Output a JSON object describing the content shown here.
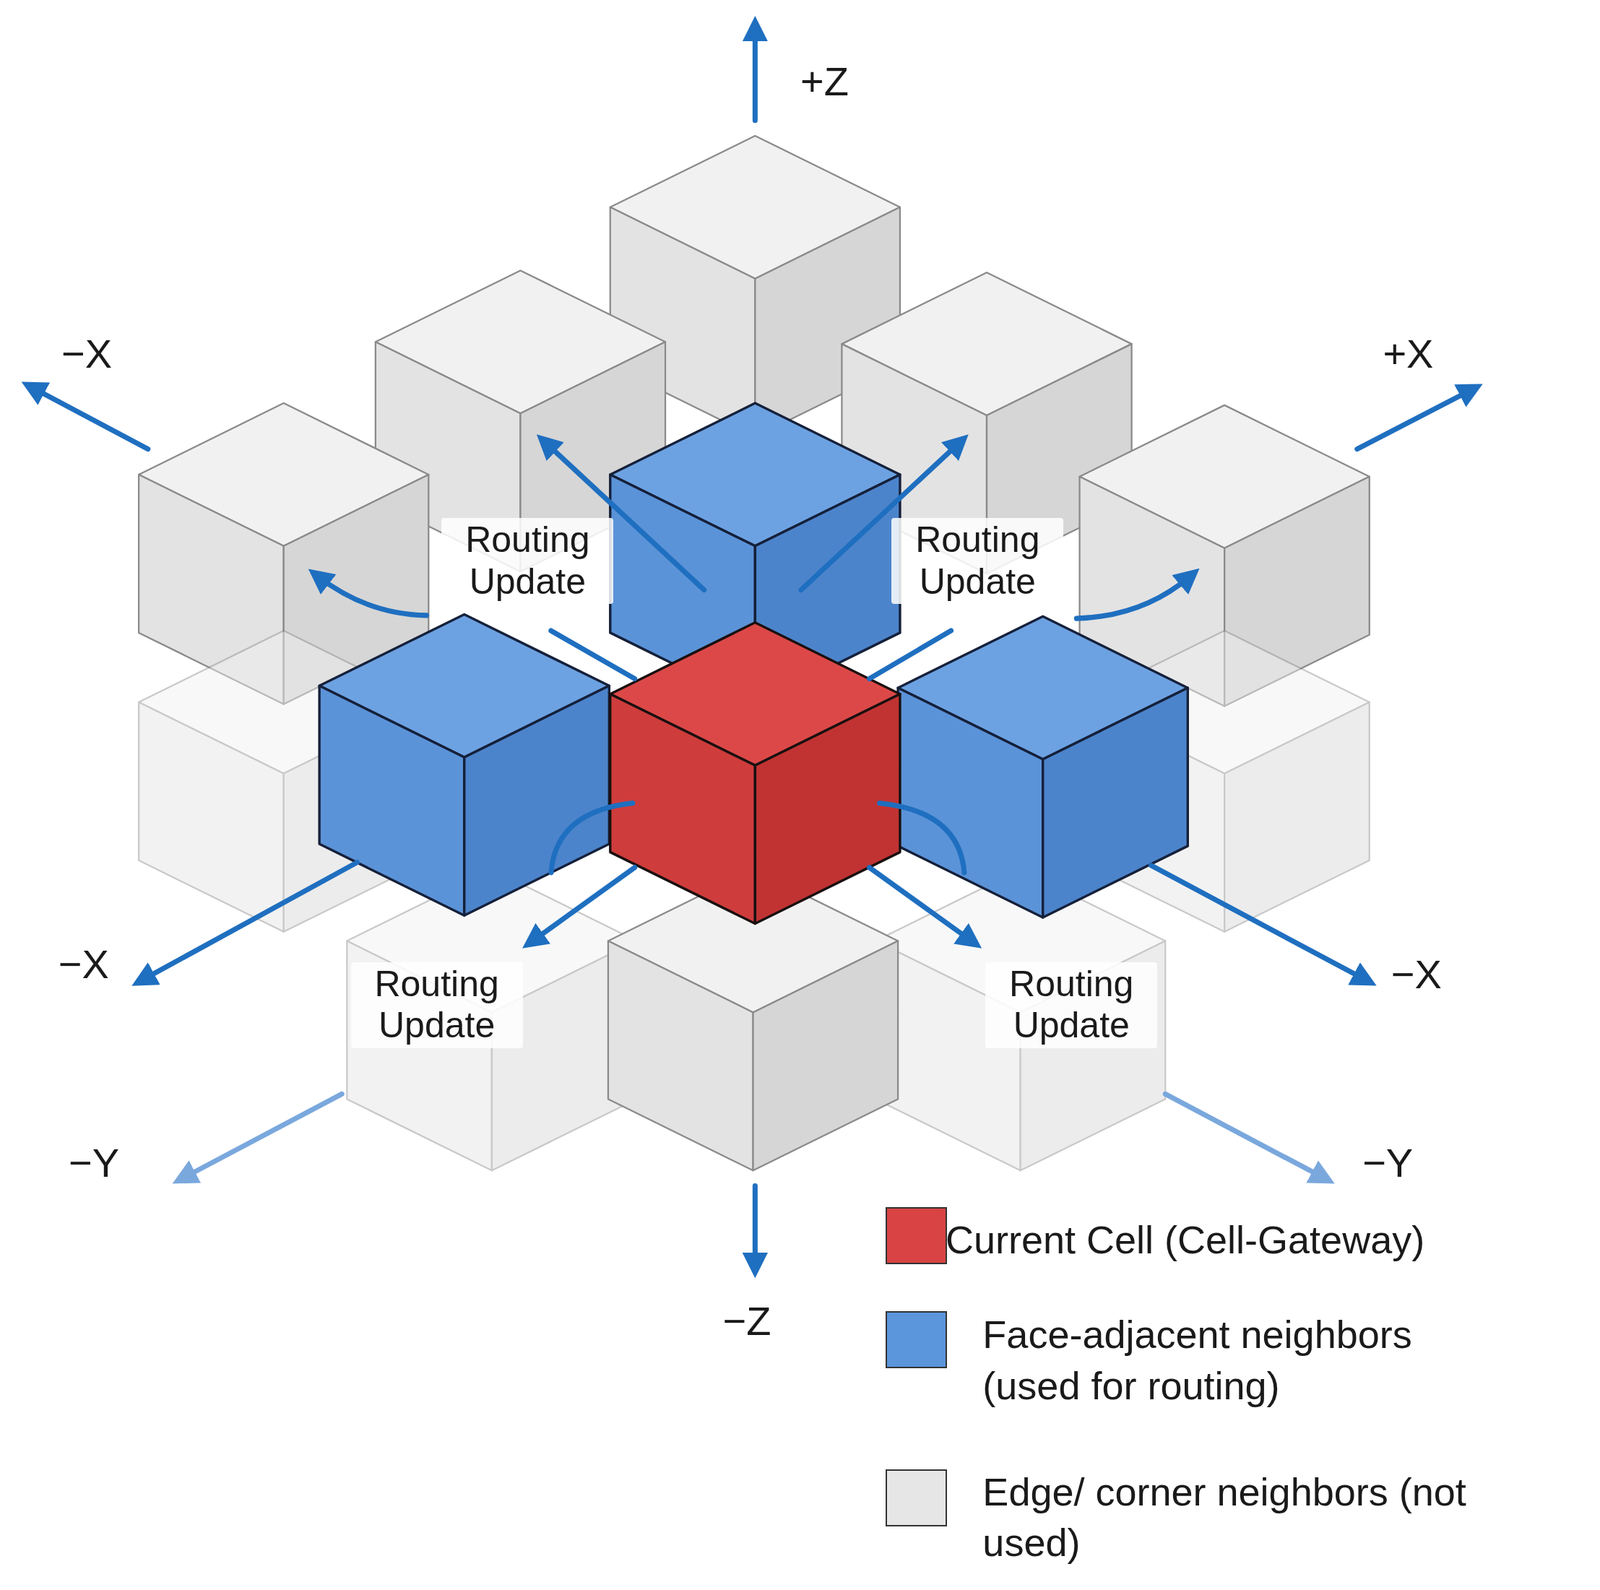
{
  "diagram": {
    "labels": [
      "+Z",
      "−X",
      "+X",
      "Routing Update",
      "Routing Update",
      "−X",
      "−X",
      "Routing Update",
      "Routing Update",
      "−Y",
      "−Y",
      "−Z"
    ],
    "legend": [
      {
        "text": "Current Cell (Cell-Gateway)",
        "color": "#d94343"
      },
      {
        "text": "Face-adjacent neighbors (used for routing)",
        "color": "#5b95db"
      },
      {
        "text": "Edge/ corner neighbors (not used)",
        "color": "#e6e6e6"
      }
    ]
  }
}
